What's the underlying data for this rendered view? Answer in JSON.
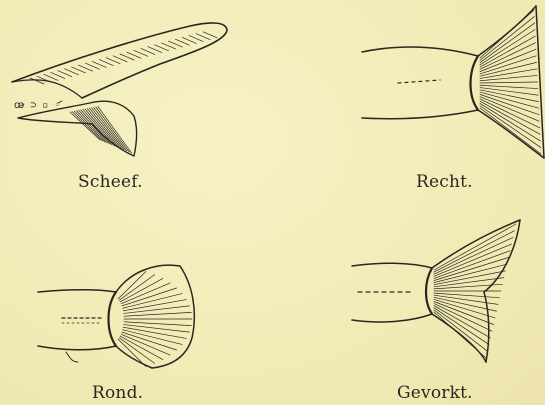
{
  "figures": [
    {
      "key": "scheef",
      "label": "Scheef.",
      "icon": "heterocercal-tail-icon"
    },
    {
      "key": "recht",
      "label": "Recht.",
      "icon": "truncate-tail-icon"
    },
    {
      "key": "rond",
      "label": "Rond.",
      "icon": "rounded-tail-icon"
    },
    {
      "key": "gevorkt",
      "label": "Gevorkt.",
      "icon": "forked-tail-icon"
    }
  ],
  "colors": {
    "paper": "#f3eebd",
    "ink": "#2a2620"
  }
}
